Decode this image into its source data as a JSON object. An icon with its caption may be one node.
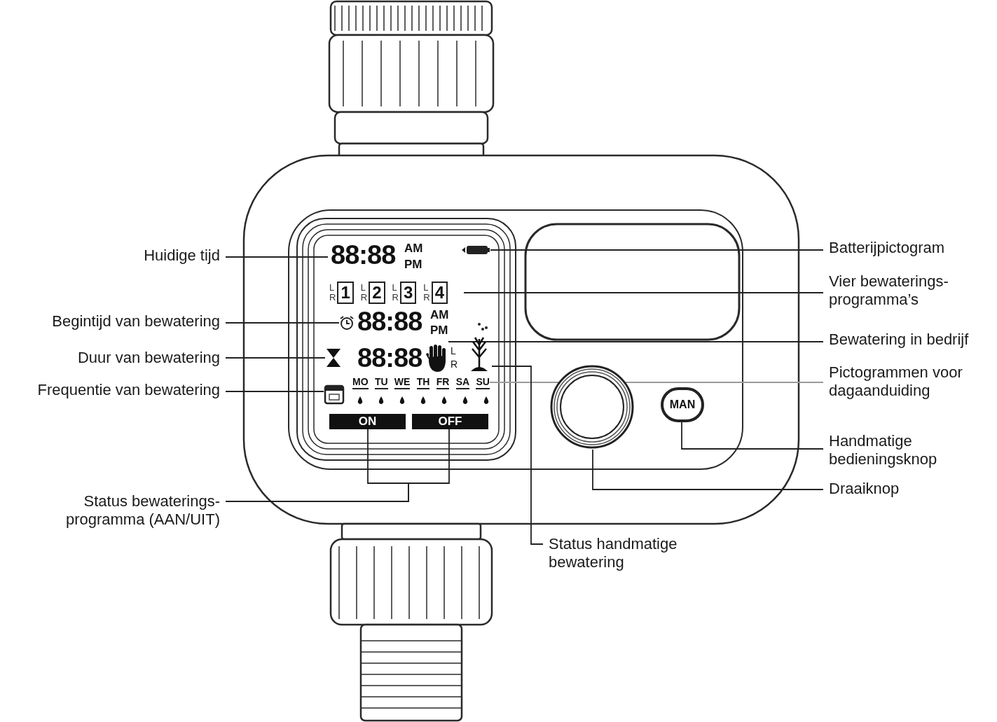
{
  "diagram": {
    "nodes": [
      {
        "text": [
          "Huidige tijd"
        ]
      },
      {
        "text": [
          "88:88",
          "AM",
          "PM"
        ]
      },
      {
        "text": [
          "Batterijpictogram"
        ]
      },
      {
        "text": [],
        "shape": "battery"
      },
      {
        "text": [
          "Vier bewaterings- programma’s"
        ]
      },
      {
        "text": [
          "L",
          "R",
          "1",
          "L",
          "R",
          "2",
          "L",
          "R",
          "3",
          "L",
          "R",
          "4"
        ]
      },
      {
        "text": [
          "Begintijd van bewatering"
        ]
      },
      {
        "text": [],
        "shape": "clock"
      },
      {
        "text": [
          "Bewatering in bedrijf"
        ]
      },
      {
        "text": [],
        "shape": "hand"
      },
      {
        "text": [
          "Duur van bewatering"
        ]
      },
      {
        "text": [],
        "shape": "hourglass"
      },
      {
        "text": [
          "Pictogrammen voor dagaanduiding"
        ]
      },
      {
        "text": [
          "MO",
          "TU",
          "WE",
          "TH",
          "FR",
          "SA",
          "SU"
        ]
      },
      {
        "text": [
          "Frequentie van bewatering"
        ]
      },
      {
        "text": [],
        "shape": "calendar"
      },
      {
        "text": [
          "Handmatige bedieningsknop"
        ]
      },
      {
        "text": [
          "MAN"
        ]
      },
      {
        "text": [
          "Draaiknop"
        ]
      },
      {
        "text": [],
        "shape": "circle"
      },
      {
        "text": [
          "Status bewaterings- programma (AAN/UIT)"
        ]
      },
      {
        "text": [
          "ON"
        ]
      },
      {
        "text": [
          "OFF"
        ]
      },
      {
        "text": [
          "Status handmatige bewatering"
        ]
      },
      {
        "text": [],
        "shape": "plant"
      }
    ],
    "edges": [
      {
        "from": 0,
        "to": 1,
        "arrow": "none"
      },
      {
        "from": 2,
        "to": 3,
        "arrow": "none"
      },
      {
        "from": 4,
        "to": 5,
        "arrow": "none"
      },
      {
        "from": 6,
        "to": 7,
        "arrow": "none"
      },
      {
        "from": 8,
        "to": 9,
        "arrow": "none"
      },
      {
        "from": 10,
        "to": 11,
        "arrow": "none"
      },
      {
        "from": 12,
        "to": 13,
        "arrow": "none",
        "color": "#9a9a9a"
      },
      {
        "from": 14,
        "to": 15,
        "arrow": "none"
      },
      {
        "from": 16,
        "to": 17,
        "arrow": "none"
      },
      {
        "from": 18,
        "to": 19,
        "arrow": "none"
      },
      {
        "from": 20,
        "to": 21,
        "arrow": "none"
      },
      {
        "from": 20,
        "to": 22,
        "arrow": "none"
      },
      {
        "from": 23,
        "to": 24,
        "arrow": "none"
      }
    ],
    "labels": [
      "88:88",
      "AM",
      "PM",
      "88:88",
      "L",
      "R"
    ]
  }
}
